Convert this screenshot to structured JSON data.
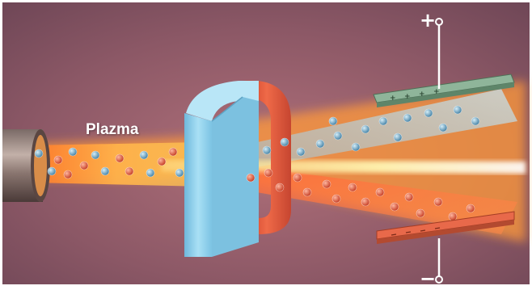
{
  "labels": {
    "plasma": "Plazma",
    "positive_terminal": "+",
    "negative_terminal": "−"
  },
  "colors": {
    "background": "#8a5866",
    "beam_core": "#ffe37a",
    "beam_glow": "#ff9a3a",
    "magnet_blue": "#8fd2ef",
    "magnet_red": "#e2553a",
    "plate_positive": "#7fa58a",
    "plate_negative": "#e8694a",
    "particle_positive": "#d94a2b",
    "particle_negative": "#5a8fb0",
    "wire": "#ffffff"
  },
  "icons": {
    "source": "cylindrical-plasma-source",
    "magnet": "horseshoe-magnet",
    "positive_plate": "positive-deflection-plate",
    "negative_plate": "negative-deflection-plate"
  }
}
